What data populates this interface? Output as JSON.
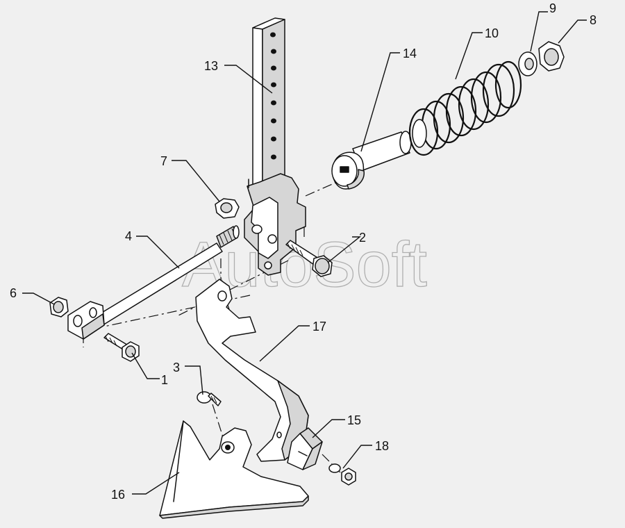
{
  "watermark": "AutoSoft",
  "callouts": {
    "c1": "1",
    "c2": "2",
    "c3": "3",
    "c4": "4",
    "c6": "6",
    "c7": "7",
    "c8": "8",
    "c9": "9",
    "c10": "10",
    "c13": "13",
    "c14": "14",
    "c15": "15",
    "c16": "16",
    "c17": "17",
    "c18": "18"
  },
  "colors": {
    "part_fill": "#ffffff",
    "part_shade": "#d6d6d6",
    "line": "#111111",
    "background": "#f0f0f0"
  }
}
